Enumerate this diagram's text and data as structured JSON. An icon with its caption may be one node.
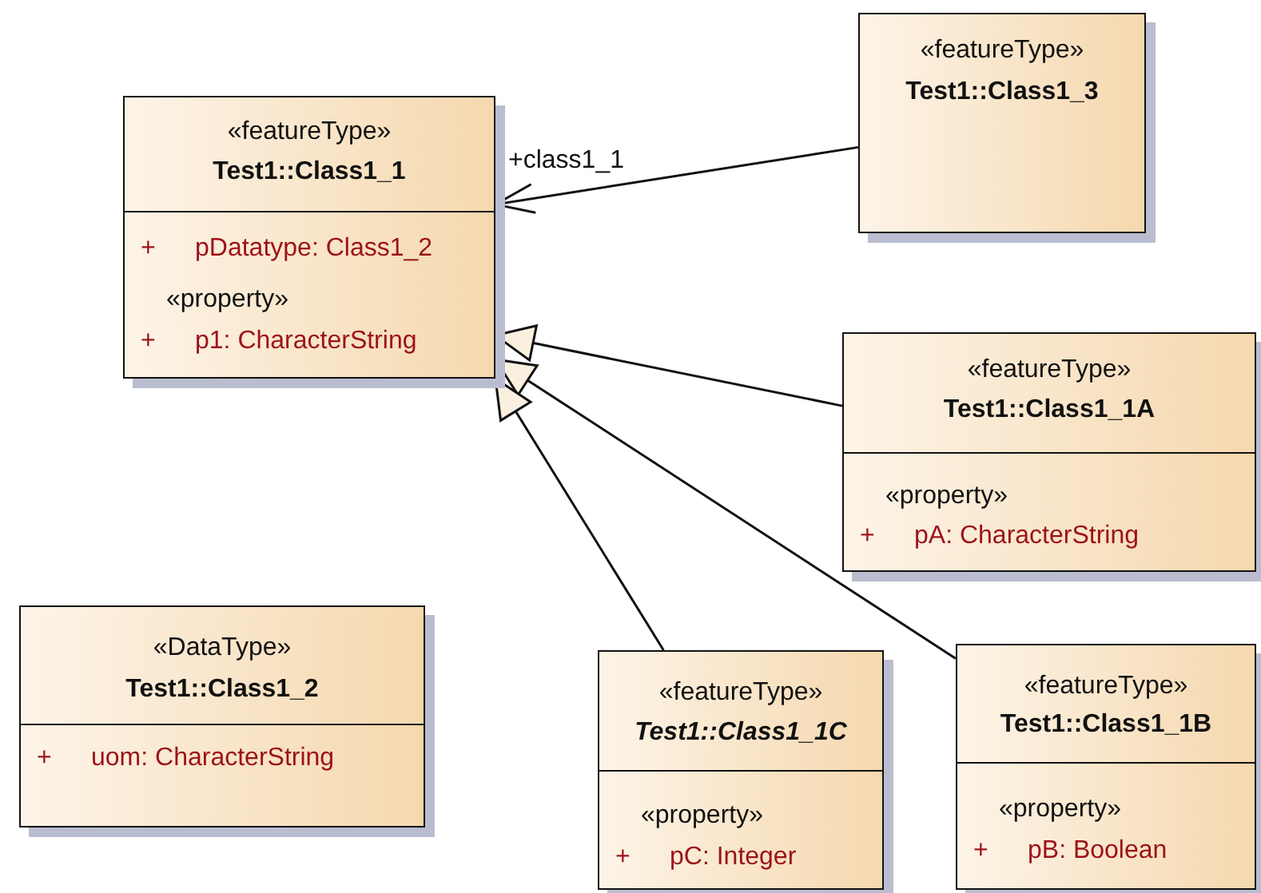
{
  "diagram": {
    "nodes": [
      {
        "text": [
          "«featureType»",
          "Test1::Class1_1",
          "+",
          "pDatatype: Class1_2",
          "«property»",
          "+",
          "p1: CharacterString"
        ]
      },
      {
        "text": [
          "«featureType»",
          "Test1::Class1_3"
        ]
      },
      {
        "text": [
          "«featureType»",
          "Test1::Class1_1A",
          "«property»",
          "+",
          "pA: CharacterString"
        ]
      },
      {
        "text": [
          "«DataType»",
          "Test1::Class1_2",
          "+",
          "uom: CharacterString"
        ]
      },
      {
        "text": [
          "«featureType»",
          "Test1::Class1_1C",
          "«property»",
          "+",
          "pC: Integer"
        ]
      },
      {
        "text": [
          "«featureType»",
          "Test1::Class1_1B",
          "«property»",
          "+",
          "pB: Boolean"
        ]
      }
    ],
    "edges": [
      {
        "from": 1,
        "to": 0,
        "arrow": "to",
        "label": "+class1_1"
      },
      {
        "from": 2,
        "to": 0,
        "arrow": "to"
      },
      {
        "from": 5,
        "to": 0,
        "arrow": "to"
      },
      {
        "from": 4,
        "to": 0,
        "arrow": "to"
      }
    ]
  }
}
